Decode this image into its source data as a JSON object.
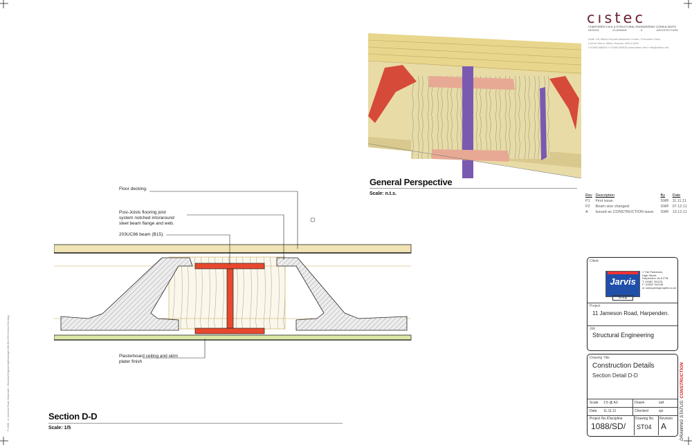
{
  "logo": {
    "name": "cıstec",
    "tagline": "CHARTERED CIVIL & STRUCTURAL ENGINEERING CONSULTANTS",
    "services": [
      "DESIGN",
      "PLANNING",
      "&",
      "ARCHITECTURE"
    ],
    "address_1": "Suite 7/8,  Milton Keynes Business Centre,  Foxhunter Drive,",
    "address_2": "Linford Wood,         Milton Keynes,               MK14 6GD",
    "address_3": "t 01908 686000  f 01908 690026  www.cistec.net  e info@cistec.net"
  },
  "perspective": {
    "title": "General Perspective",
    "scale": "Scale: n.t.s."
  },
  "section": {
    "title": "Section D-D",
    "scale": "Scale: 1/5",
    "annotations": {
      "floor": "Floor decking.",
      "posi_1": "Posi-Joists flooring joist",
      "posi_2": "system notched into/around",
      "posi_3": "steel beam flange and web.",
      "beam": "203UC86 beam (B15).",
      "ceiling_1": "Plasterboard ceiling and skim",
      "ceiling_2": "plater finish"
    }
  },
  "revisions": {
    "headers": [
      "Rev",
      "Description",
      "By",
      "Date"
    ],
    "rows": [
      [
        "P1",
        "First issue.",
        "SWF",
        "11.11.11"
      ],
      [
        "P2",
        "Beam size changed.",
        "SWF",
        "07.12.11"
      ],
      [
        "A",
        "Issued as CONSTRUCTION issue.",
        "SWF",
        "13.12.11"
      ]
    ]
  },
  "client": {
    "label": "Client",
    "logo_text": "Jarvis",
    "logo_sub": "Group",
    "address": [
      "1 The Paddocks,",
      "High Street,",
      "Harpenden, AL5 2TB",
      "T: 01582 761231",
      "F: 01582 764136",
      "w: www.jarvisgroupltd.co.uk"
    ]
  },
  "project": {
    "label": "Project",
    "value": "11 Jameson Road, Harpenden."
  },
  "job": {
    "label": "Job",
    "value": "Structural Engineering"
  },
  "drawing": {
    "title_label": "Drawing Title",
    "title_1": "Construction Details",
    "title_2": "Section Detail D-D",
    "scale_label": "Scale",
    "scale_value": "1:5 @ A3",
    "drawn_label": "Drawn",
    "drawn_value": "swf",
    "date_label": "Date",
    "date_value": "11.11.11",
    "checked_label": "Checked",
    "checked_value": "sjo",
    "projno_label": "Project No./Discipline",
    "projno_value": "1088/SD/",
    "drawno_label": "Drawing No.",
    "drawno_value": "ST04",
    "rev_label": "Revision",
    "rev_value": "A",
    "status_label": "DRAWING STATUS:",
    "status_value": "CONSTRUCTION"
  },
  "side_path": "P:\\1088 - 11 Jameson Road, Harpenden - Structural Engineering\\Drawings\\1088-SD-ST04 Section D-D.dwg"
}
